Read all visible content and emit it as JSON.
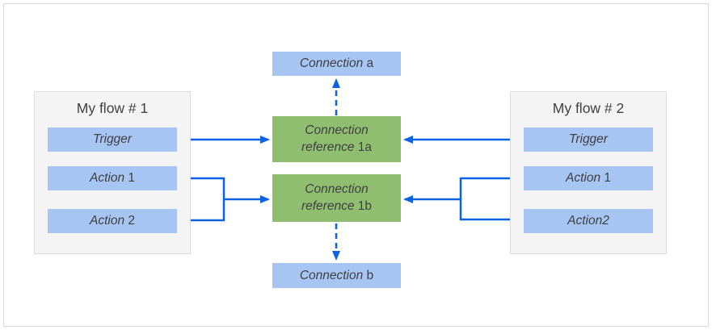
{
  "colors": {
    "canvas-bg": "#ffffff",
    "frame-border": "#d9d9d9",
    "container-bg": "#f4f4f4",
    "container-border": "#dcdcdc",
    "item-blue": "#a6c5f3",
    "ref-green": "#8fbe71",
    "line-blue": "#0b62e4",
    "text-dark": "#404040"
  },
  "flow1": {
    "title": "My flow # 1",
    "items": [
      {
        "italic": "Trigger",
        "regular": ""
      },
      {
        "italic": "Action",
        "regular": " 1"
      },
      {
        "italic": "Action",
        "regular": " 2"
      }
    ]
  },
  "flow2": {
    "title": "My flow # 2",
    "items": [
      {
        "italic": "Trigger",
        "regular": ""
      },
      {
        "italic": "Action",
        "regular": " 1"
      },
      {
        "italic": "Action2",
        "regular": ""
      }
    ]
  },
  "connections": {
    "a": {
      "italic": "Connection",
      "regular": " a"
    },
    "b": {
      "italic": "Connection",
      "regular": " b"
    }
  },
  "references": {
    "ref1a": {
      "line1": "Connection",
      "line2_italic": "reference",
      "line2_regular": " 1a"
    },
    "ref1b": {
      "line1": "Connection",
      "line2_italic": "reference",
      "line2_regular": " 1b"
    }
  }
}
